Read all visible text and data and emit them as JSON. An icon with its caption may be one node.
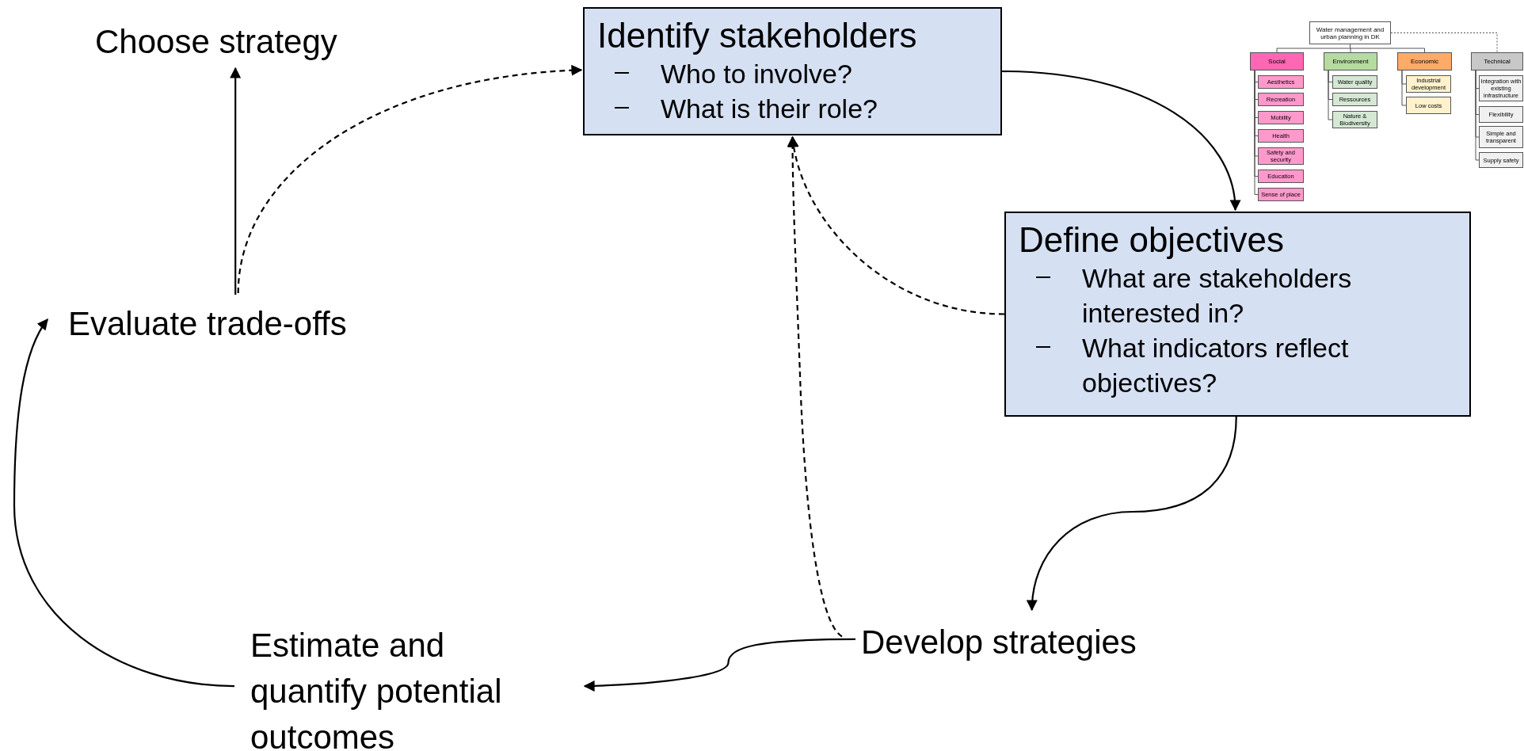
{
  "diagram": {
    "nodes": [
      {
        "text": [
          "Choose strategy"
        ]
      },
      {
        "text": [
          "Identify stakeholders",
          "Who to involve?",
          "What is their role?"
        ]
      },
      {
        "text": [
          "Define objectives",
          "What are stakeholders interested in?",
          "What indicators reflect objectives?"
        ]
      },
      {
        "text": [
          "Develop strategies"
        ]
      },
      {
        "text": [
          "Estimate and quantify potential outcomes"
        ]
      },
      {
        "text": [
          "Evaluate trade-offs"
        ]
      },
      {
        "text": [
          "Water management and urban planning in DK"
        ]
      },
      {
        "text": [
          "Social"
        ]
      },
      {
        "text": [
          "Aesthetics"
        ]
      },
      {
        "text": [
          "Recreation"
        ]
      },
      {
        "text": [
          "Mobility"
        ]
      },
      {
        "text": [
          "Health"
        ]
      },
      {
        "text": [
          "Safety and security"
        ]
      },
      {
        "text": [
          "Education"
        ]
      },
      {
        "text": [
          "Sense of place"
        ]
      },
      {
        "text": [
          "Environment"
        ]
      },
      {
        "text": [
          "Water quality"
        ]
      },
      {
        "text": [
          "Ressources"
        ]
      },
      {
        "text": [
          "Nature & Biodiversity"
        ]
      },
      {
        "text": [
          "Economic"
        ]
      },
      {
        "text": [
          "Industrial development"
        ]
      },
      {
        "text": [
          "Low costs"
        ]
      },
      {
        "text": [
          "Technical"
        ]
      },
      {
        "text": [
          "Integration with existing infrastructure"
        ]
      },
      {
        "text": [
          "Flexibility"
        ]
      },
      {
        "text": [
          "Simple and transparent"
        ]
      },
      {
        "text": [
          "Supply safety"
        ]
      }
    ],
    "edges": [
      {
        "from": 1,
        "to": 2,
        "arrow": "to"
      },
      {
        "from": 2,
        "to": 3,
        "arrow": "to"
      },
      {
        "from": 3,
        "to": 4,
        "arrow": "to"
      },
      {
        "from": 4,
        "to": 5,
        "arrow": "to"
      },
      {
        "from": 5,
        "to": 0,
        "arrow": "to"
      },
      {
        "from": 5,
        "to": 1,
        "arrow": "to",
        "style": "dashed"
      },
      {
        "from": 2,
        "to": 1,
        "arrow": "to",
        "style": "dashed"
      },
      {
        "from": 3,
        "to": 1,
        "arrow": "to",
        "style": "dashed"
      },
      {
        "from": 6,
        "to": 7,
        "arrow": "none"
      },
      {
        "from": 6,
        "to": 15,
        "arrow": "none"
      },
      {
        "from": 6,
        "to": 19,
        "arrow": "none"
      },
      {
        "from": 6,
        "to": 22,
        "arrow": "none",
        "style": "dashed"
      },
      {
        "from": 7,
        "to": 8,
        "arrow": "none"
      },
      {
        "from": 7,
        "to": 9,
        "arrow": "none"
      },
      {
        "from": 7,
        "to": 10,
        "arrow": "none"
      },
      {
        "from": 7,
        "to": 11,
        "arrow": "none"
      },
      {
        "from": 7,
        "to": 12,
        "arrow": "none"
      },
      {
        "from": 7,
        "to": 13,
        "arrow": "none"
      },
      {
        "from": 7,
        "to": 14,
        "arrow": "none"
      },
      {
        "from": 15,
        "to": 16,
        "arrow": "none"
      },
      {
        "from": 15,
        "to": 17,
        "arrow": "none"
      },
      {
        "from": 15,
        "to": 18,
        "arrow": "none"
      },
      {
        "from": 19,
        "to": 20,
        "arrow": "none"
      },
      {
        "from": 19,
        "to": 21,
        "arrow": "none"
      },
      {
        "from": 22,
        "to": 23,
        "arrow": "none"
      },
      {
        "from": 22,
        "to": 24,
        "arrow": "none"
      },
      {
        "from": 22,
        "to": 25,
        "arrow": "none"
      },
      {
        "from": 22,
        "to": 26,
        "arrow": "none"
      }
    ]
  }
}
